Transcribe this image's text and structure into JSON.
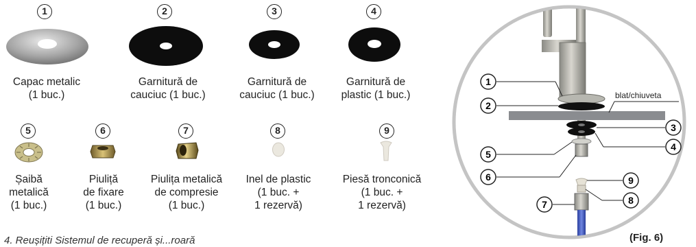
{
  "parts": [
    {
      "number": "1",
      "label": "Capac metalic\n(1 buc.)"
    },
    {
      "number": "2",
      "label": "Garnitură de\ncauciuc (1 buc.)"
    },
    {
      "number": "3",
      "label": "Garnitură de\ncauciuc (1 buc.)"
    },
    {
      "number": "4",
      "label": "Garnitură de\nplastic (1 buc.)"
    },
    {
      "number": "5",
      "label": "Șaibă\nmetalică\n(1 buc.)"
    },
    {
      "number": "6",
      "label": "Piuliță\nde fixare\n(1 buc.)"
    },
    {
      "number": "7",
      "label": "Piulița metalică\nde compresie\n(1 buc.)"
    },
    {
      "number": "8",
      "label": "Inel de plastic\n(1 buc. +\n1 rezervă)"
    },
    {
      "number": "9",
      "label": "Piesă tronconică\n(1 buc. +\n1 rezervă)"
    }
  ],
  "diagram": {
    "counter_label": "blat/chiuveta",
    "callouts": [
      "1",
      "2",
      "3",
      "4",
      "5",
      "6",
      "7",
      "8",
      "9"
    ],
    "figure_label": "(Fig. 6)"
  },
  "footer_text": "4. Reușițiti Sistemul de recuperă și...roară"
}
